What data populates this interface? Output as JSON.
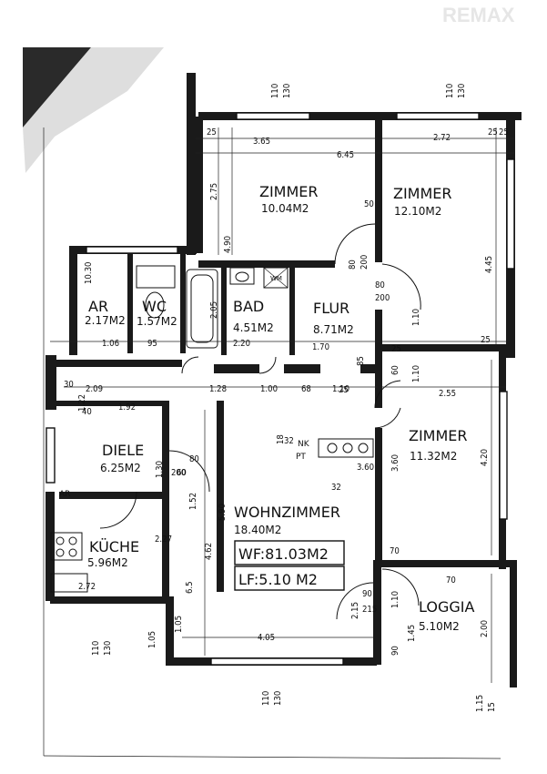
{
  "watermark": "REMAX",
  "rooms": {
    "zimmer1": {
      "name": "ZIMMER",
      "area": "10.04M2"
    },
    "zimmer2": {
      "name": "ZIMMER",
      "area": "12.10M2"
    },
    "zimmer3": {
      "name": "ZIMMER",
      "area": "11.32M2"
    },
    "ar": {
      "name": "AR",
      "area": "2.17M2"
    },
    "wc": {
      "name": "WC",
      "area": "1.57M2"
    },
    "bad": {
      "name": "BAD",
      "area": "4.51M2"
    },
    "flur": {
      "name": "FLUR",
      "area": "8.71M2"
    },
    "diele": {
      "name": "DIELE",
      "area": "6.25M2"
    },
    "kueche": {
      "name": "KÜCHE",
      "area": "5.96M2"
    },
    "wohnzimmer": {
      "name": "WOHNZIMMER",
      "area": "18.40M2"
    },
    "loggia": {
      "name": "LOGGIA",
      "area": "5.10M2"
    }
  },
  "summary": {
    "wf": "WF:81.03M2",
    "lf": "LF:5.10 M2"
  },
  "labels": {
    "nk": "NK",
    "pt": "PT",
    "ar_small": "AR",
    "wm": "WM"
  },
  "dims": {
    "d110a": "110",
    "d130a": "130",
    "d110b": "110",
    "d130b": "130",
    "d365": "3.65",
    "d645": "6.45",
    "d272a": "2.72",
    "d275": "2.75",
    "d490": "4.90",
    "d445": "4.45",
    "d50": "50",
    "d80a": "80",
    "d200a": "200",
    "d80b": "80",
    "d200b": "200",
    "d1030": "10.30",
    "d205": "2.05",
    "d220": "2.20",
    "d170": "1.70",
    "d106": "1.06",
    "d95": "95",
    "d85": "85",
    "d25a": "25",
    "d25b": "25",
    "d110c": "1.10",
    "d60a": "60",
    "d110d": "1.10",
    "d255": "2.55",
    "d209": "2.09",
    "d192": "1.92",
    "d122": "1.22",
    "d40": "40",
    "d30": "30",
    "d128": "1.28",
    "d100": "1.00",
    "d68": "68",
    "d110e": "1.10",
    "d420": "4.20",
    "d360a": "3.60",
    "d360b": "3.60",
    "d80c": "80",
    "d200c": "200",
    "d60b": "60",
    "d130c": "1.30",
    "d152": "1.52",
    "d590": "5.90",
    "d462": "4.62",
    "d227": "2.27",
    "d65": "6.5",
    "d272b": "2.72",
    "d105a": "1.05",
    "d105b": "1.05",
    "d405": "4.05",
    "d215a": "2.15",
    "d215b": "215",
    "d90a": "90",
    "d90b": "90",
    "d110f": "1.10",
    "d145": "1.45",
    "d200d": "2.00",
    "d70a": "70",
    "d70b": "70",
    "d110g": "110",
    "d130d": "130",
    "d110h": "110",
    "d130e": "130",
    "d115": "1.15",
    "d15": "15",
    "d32a": "32",
    "d32b": "32",
    "d18": "18",
    "d25c": "25",
    "d25d": "25",
    "d25e": "25",
    "d25f": "25"
  }
}
